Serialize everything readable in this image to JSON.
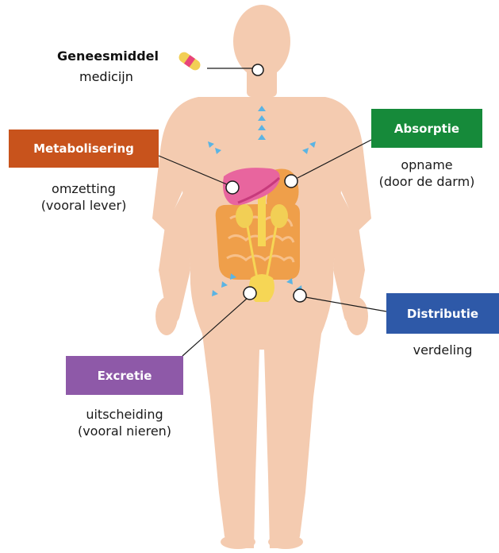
{
  "drug": {
    "title": "Geneesmiddel",
    "subtitle": "medicijn",
    "icon": "capsule-icon"
  },
  "colors": {
    "skin": "#f4cbb0",
    "liver": "#e8659e",
    "kidney": "#f2cf55",
    "intestine": "#ef9f4a",
    "bladder": "#f6d655",
    "arrow": "#5bb4e3",
    "metabolisering": "#c8531c",
    "absorptie": "#168a3a",
    "distributie": "#2e59a8",
    "excretie": "#8e59a8"
  },
  "stages": {
    "metabolisering": {
      "label": "Metabolisering",
      "desc": [
        "omzetting",
        "(vooral lever)"
      ]
    },
    "absorptie": {
      "label": "Absorptie",
      "desc": [
        "opname",
        "(door de darm)"
      ]
    },
    "distributie": {
      "label": "Distributie",
      "desc": [
        "verdeling"
      ]
    },
    "excretie": {
      "label": "Excretie",
      "desc": [
        "uitscheiding",
        "(vooral nieren)"
      ]
    }
  }
}
